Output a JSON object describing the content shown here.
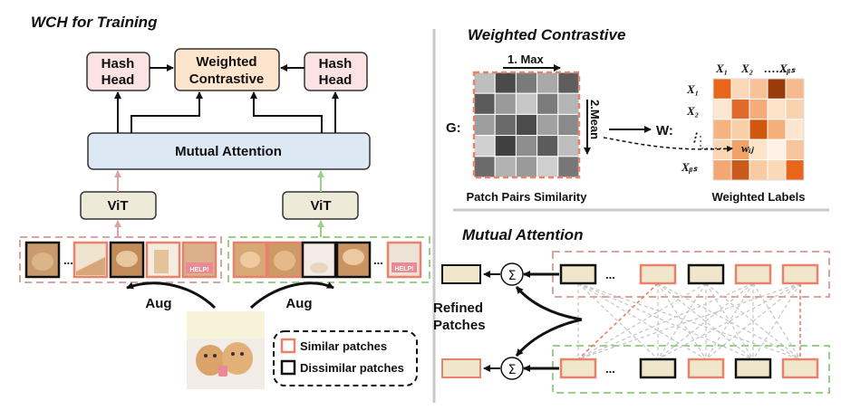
{
  "left": {
    "title": "WCH for Training",
    "hash_head_left": [
      "Hash",
      "Head"
    ],
    "weighted_contrastive_box": [
      "Weighted",
      "Contrastive"
    ],
    "hash_head_right": [
      "Hash",
      "Head"
    ],
    "mutual_attention_box": "Mutual Attention",
    "vit_left": "ViT",
    "vit_right": "ViT",
    "ellipsis_left": "...",
    "ellipsis_right": "...",
    "aug_left": "Aug",
    "aug_right": "Aug",
    "legend": {
      "similar": "Similar patches",
      "dissimilar": "Dissimilar patches"
    }
  },
  "weighted_contrastive": {
    "title": "Weighted Contrastive",
    "g_label": "G:",
    "step1": "1. Max",
    "step2": "2.Mean",
    "w_label": "W:",
    "patch_caption": "Patch Pairs Similarity",
    "weighted_caption": "Weighted Labels",
    "col_labels": [
      "X₁",
      "X₂",
      "……",
      "Xᵦₛ"
    ],
    "row_labels": [
      "X₁",
      "X₂",
      "⋮",
      "Xᵦₛ"
    ],
    "w_ij": "wᵢⱼ"
  },
  "mutual_attention": {
    "title": "Mutual Attention",
    "refined_label": [
      "Refined",
      "Patches"
    ],
    "sum_symbol": "Σ",
    "ellipsis_top": "...",
    "ellipsis_bottom": "..."
  },
  "colors": {
    "similar": "#e8826b",
    "dissimilar": "#111111",
    "hash_fill": "#fbe3e3",
    "weighted_fill": "#fde4cc",
    "mutual_fill": "#dde8f5",
    "vit_fill": "#eeead8",
    "patch_fill": "#efe6cc"
  }
}
